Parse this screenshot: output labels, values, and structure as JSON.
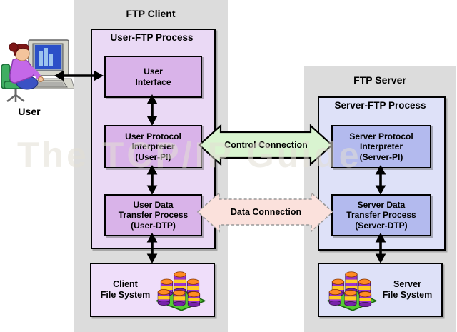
{
  "colors": {
    "panel_gray": "#dcdcdc",
    "client_process_fill": "#ead9f5",
    "client_inner_fill": "#d9b3e9",
    "client_fs_fill": "#efdefa",
    "server_process_fill": "#dee1f8",
    "server_inner_fill": "#b3baee",
    "server_fs_fill": "#dee1f8",
    "control_arrow_fill": "#d9f4d0",
    "data_arrow_fill": "#fbe1dc",
    "border": "#000000"
  },
  "client": {
    "title": "FTP Client",
    "process_title": "User-FTP Process",
    "user_interface_label": "User\nInterface",
    "user_pi_label": "User Protocol\nInterpreter\n(User-PI)",
    "user_dtp_label": "User Data\nTransfer Process\n(User-DTP)",
    "file_system_label": "Client\nFile System"
  },
  "server": {
    "title": "FTP Server",
    "process_title": "Server-FTP Process",
    "server_pi_label": "Server Protocol\nInterpreter\n(Server-PI)",
    "server_dtp_label": "Server Data\nTransfer Process\n(Server-DTP)",
    "file_system_label": "Server\nFile System"
  },
  "connections": {
    "control_label": "Control Connection",
    "data_label": "Data Connection"
  },
  "user_label": "User",
  "watermark": "The TCP/IP Guide"
}
